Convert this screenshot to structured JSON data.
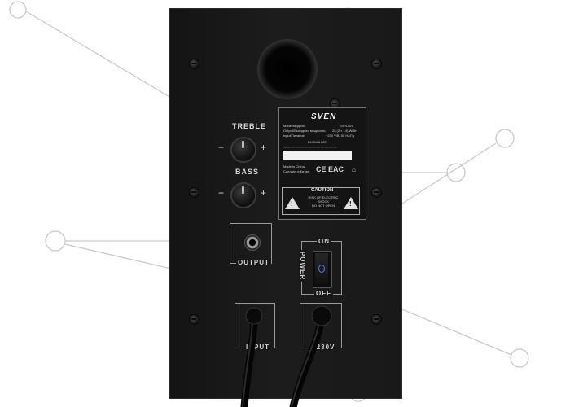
{
  "product": {
    "panel_labels": {
      "treble": "TREBLE",
      "bass": "BASS",
      "output": "OUTPUT",
      "power": "POWER",
      "on": "ON",
      "off": "OFF",
      "input": "INPUT",
      "mains": "~230V",
      "plus": "+",
      "minus": "−"
    },
    "label": {
      "brand": "SVEN",
      "model_line": "Model/Модель:",
      "model_value": "SPS-621",
      "output_line": "Output/Выходная мощность:",
      "output_value": "28 (2 × 14) W/Вт",
      "input_line": "Input/Питание:",
      "input_value": "~230 V/В, 50 Hz/Гц",
      "warning": "ВНИМАНИЕ!",
      "made_in_line1": "Made in China.",
      "made_in_line2": "Сделано в Китае.",
      "marks": "CE EAC"
    },
    "caution": {
      "title": "CAUTION",
      "line1": "RISK OF ELECTRIC",
      "line2": "SHOCK",
      "line3": "DO NOT OPEN"
    }
  }
}
